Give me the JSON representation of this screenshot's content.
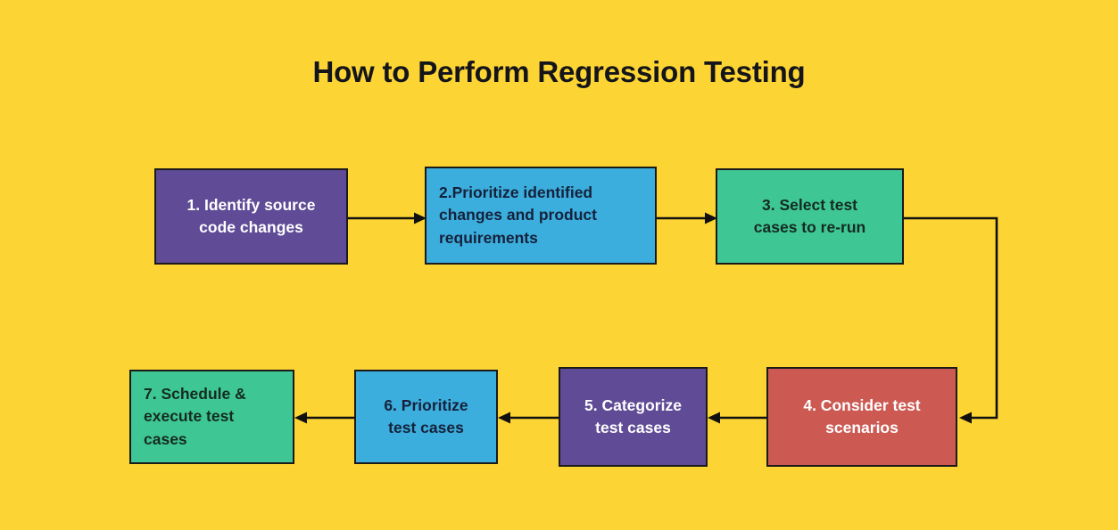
{
  "page": {
    "title": "How to Perform Regression Testing",
    "background_color": "#FCD434",
    "title_color": "#14151A"
  },
  "diagram": {
    "type": "flowchart",
    "direction": "serpentine-left-to-right-then-right-to-left",
    "nodes": [
      {
        "id": "node-1",
        "step": "1.",
        "label": "1. Identify source\ncode changes",
        "fill": "#5F4B96",
        "text_color": "#FFFFFF",
        "align": "center"
      },
      {
        "id": "node-2",
        "step": "2.",
        "label": "2.Prioritize identified\nchanges and product\nrequirements",
        "fill": "#3BAEDD",
        "text_color": "#16213B",
        "align": "left"
      },
      {
        "id": "node-3",
        "step": "3.",
        "label": "3. Select test\ncases to re-run",
        "fill": "#3EC795",
        "text_color": "#152A22",
        "align": "center"
      },
      {
        "id": "node-4",
        "step": "4.",
        "label": "4. Consider test\nscenarios",
        "fill": "#CC5A53",
        "text_color": "#FFFFFF",
        "align": "center"
      },
      {
        "id": "node-5",
        "step": "5.",
        "label": "5. Categorize\ntest cases",
        "fill": "#5F4B96",
        "text_color": "#FFFFFF",
        "align": "center"
      },
      {
        "id": "node-6",
        "step": "6.",
        "label": "6. Prioritize\ntest cases",
        "fill": "#3BAEDD",
        "text_color": "#16213B",
        "align": "center"
      },
      {
        "id": "node-7",
        "step": "7.",
        "label": "7. Schedule &\nexecute test\ncases",
        "fill": "#3EC795",
        "text_color": "#152A22",
        "align": "left"
      }
    ],
    "connectors": [
      {
        "from": "node-1",
        "to": "node-2",
        "shape": "straight",
        "direction": "right"
      },
      {
        "from": "node-2",
        "to": "node-3",
        "shape": "straight",
        "direction": "right"
      },
      {
        "from": "node-3",
        "to": "node-4",
        "shape": "elbow",
        "direction": "down-then-left"
      },
      {
        "from": "node-4",
        "to": "node-5",
        "shape": "straight",
        "direction": "left"
      },
      {
        "from": "node-5",
        "to": "node-6",
        "shape": "straight",
        "direction": "left"
      },
      {
        "from": "node-6",
        "to": "node-7",
        "shape": "straight",
        "direction": "left"
      }
    ],
    "connector_color": "#101010"
  }
}
